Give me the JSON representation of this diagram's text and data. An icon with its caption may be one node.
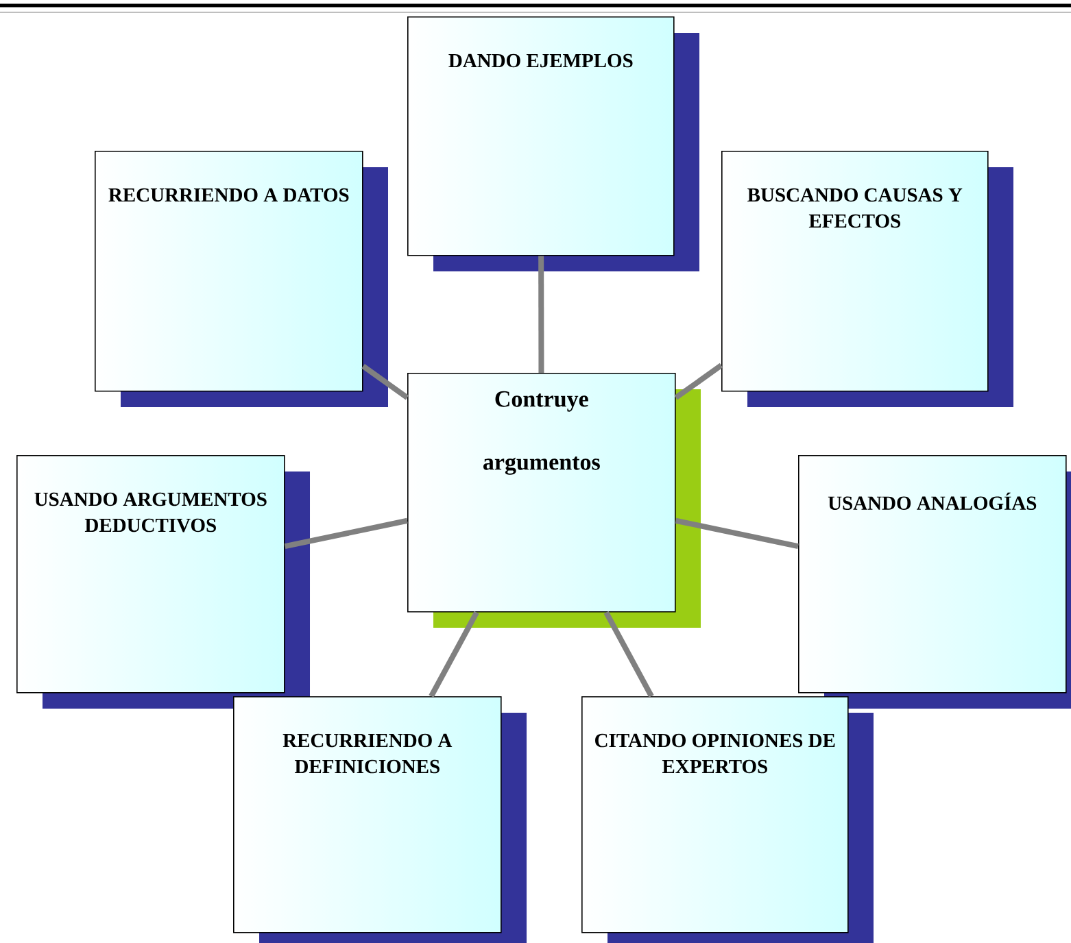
{
  "diagram": {
    "nodes": [
      {
        "text": [
          "Contruye",
          "argumentos"
        ]
      },
      {
        "text": [
          "DANDO EJEMPLOS"
        ]
      },
      {
        "text": [
          "RECURRIENDO A DATOS"
        ]
      },
      {
        "text": [
          "BUSCANDO CAUSAS Y EFECTOS"
        ]
      },
      {
        "text": [
          "USANDO ARGUMENTOS DEDUCTIVOS"
        ]
      },
      {
        "text": [
          "USANDO ANALOGÍAS"
        ]
      },
      {
        "text": [
          "RECURRIENDO A DEFINICIONES"
        ]
      },
      {
        "text": [
          "CITANDO OPINIONES DE EXPERTOS"
        ]
      }
    ],
    "edges": [
      {
        "from": 0,
        "to": 1,
        "arrow": "none"
      },
      {
        "from": 0,
        "to": 2,
        "arrow": "none"
      },
      {
        "from": 0,
        "to": 3,
        "arrow": "none"
      },
      {
        "from": 0,
        "to": 4,
        "arrow": "none"
      },
      {
        "from": 0,
        "to": 5,
        "arrow": "none"
      },
      {
        "from": 0,
        "to": 6,
        "arrow": "none"
      },
      {
        "from": 0,
        "to": 7,
        "arrow": "none"
      }
    ]
  }
}
